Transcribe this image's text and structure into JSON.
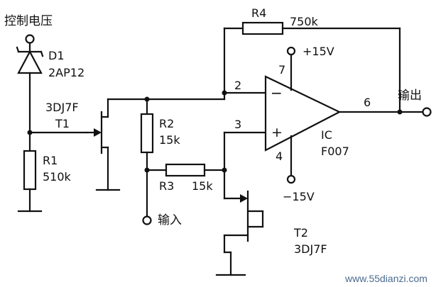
{
  "labels": {
    "control_voltage": "控制电压",
    "d1_name": "D1",
    "d1_model": "2AP12",
    "t1_model": "3DJ7F",
    "t1_name": "T1",
    "r1_name": "R1",
    "r1_value": "510k",
    "r2_name": "R2",
    "r2_value": "15k",
    "r3_name": "R3",
    "r3_value": "15k",
    "r4_name": "R4",
    "r4_value": "750k",
    "vplus": "+15V",
    "vminus": "−15V",
    "pin2": "2",
    "pin3": "3",
    "pin4": "4",
    "pin6": "6",
    "pin7": "7",
    "minus_sign": "−",
    "plus_sign": "+",
    "ic_name": "IC",
    "ic_model": "F007",
    "output": "输出",
    "input": "输入",
    "t2_name": "T2",
    "t2_model": "3DJ7F",
    "watermark": "www.55dianzi.com"
  }
}
